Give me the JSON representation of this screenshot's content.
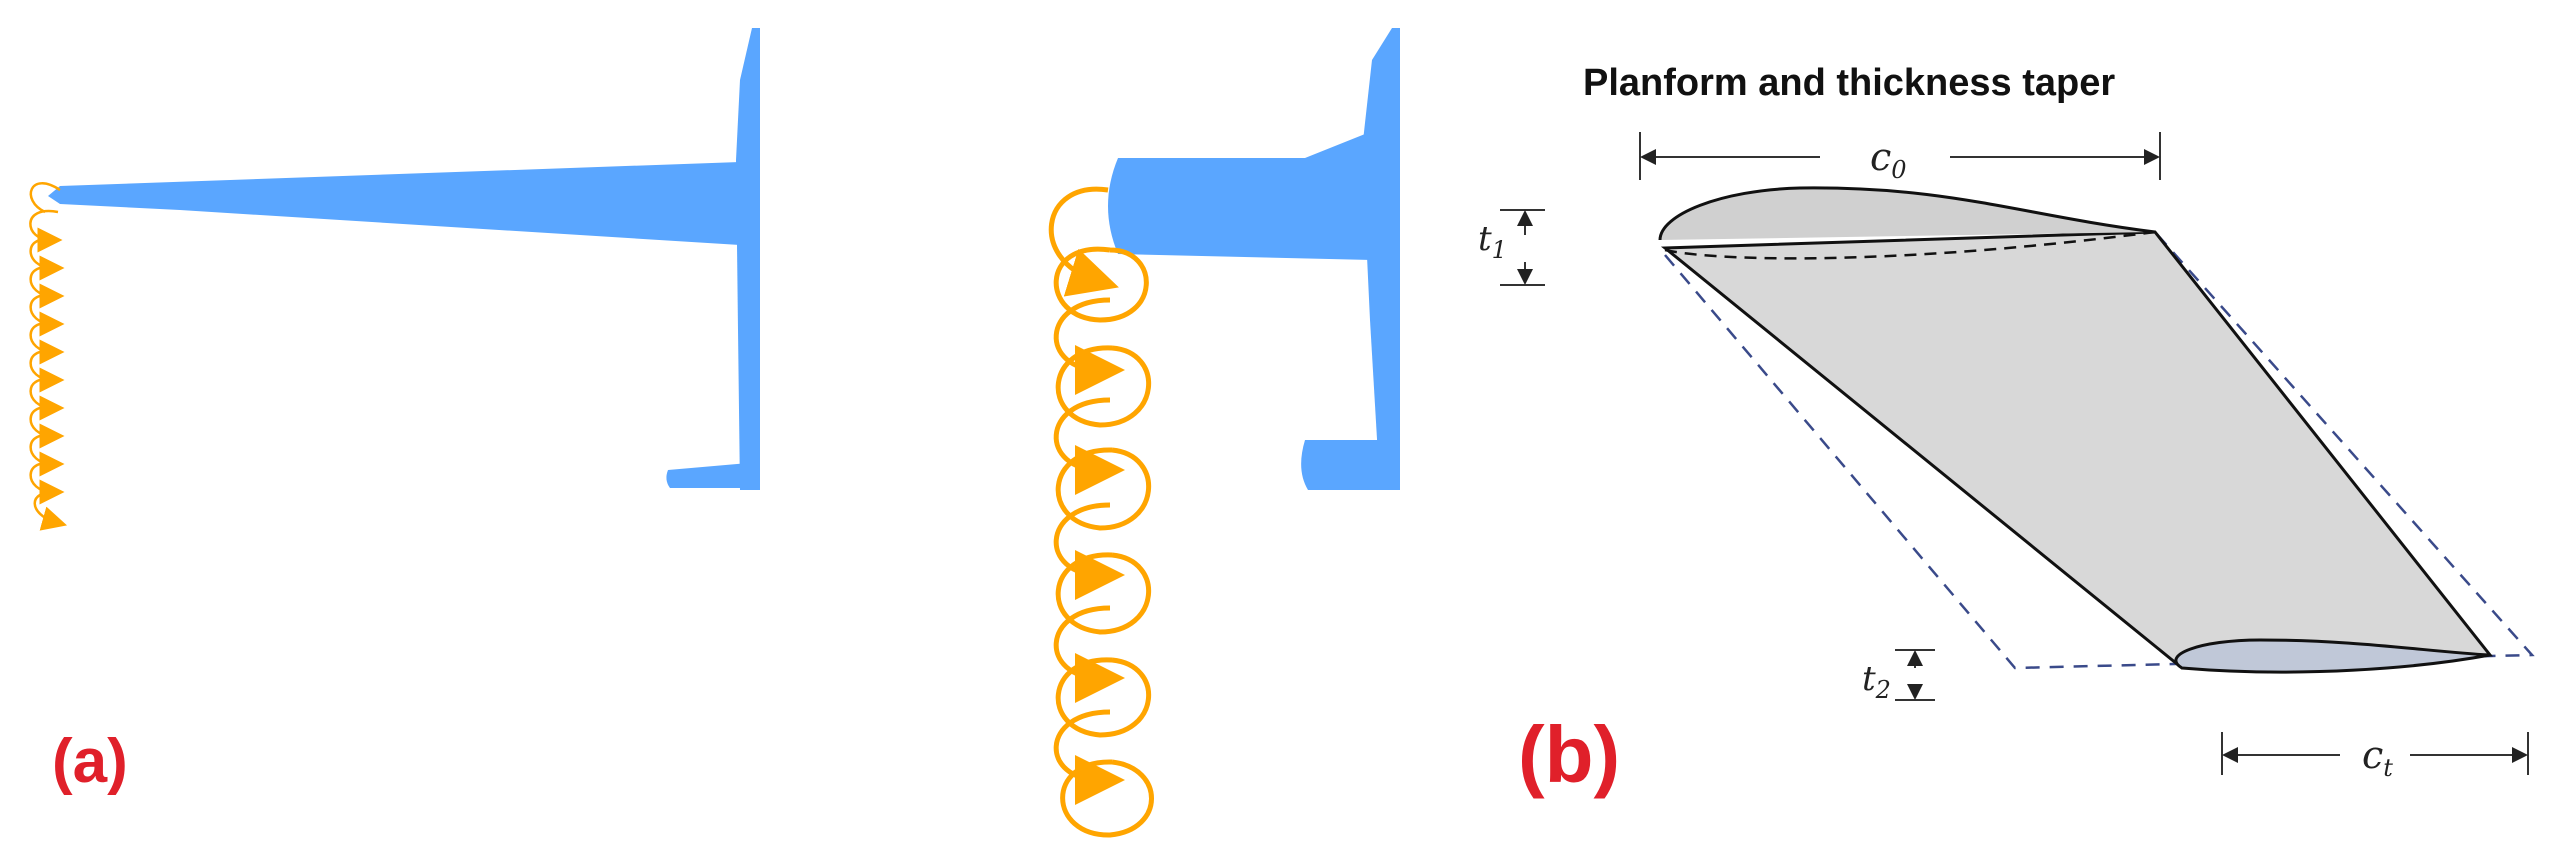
{
  "labels": {
    "panel_a": "(a)",
    "panel_b": "(b)"
  },
  "diagram_b": {
    "title": "Planform and thickness taper",
    "dimensions": {
      "c0": {
        "base": "c",
        "sub": "0"
      },
      "t1": {
        "base": "t",
        "sub": "1"
      },
      "t2": {
        "base": "t",
        "sub": "2"
      },
      "ct": {
        "base": "c",
        "sub": "t"
      }
    }
  },
  "colors": {
    "wing_fill": "#5aa6ff",
    "vortex": "#ffa500",
    "label_red": "#e0202a",
    "dashed_outline": "#3a4a8a",
    "wing_gray": "#d8d8d8"
  }
}
